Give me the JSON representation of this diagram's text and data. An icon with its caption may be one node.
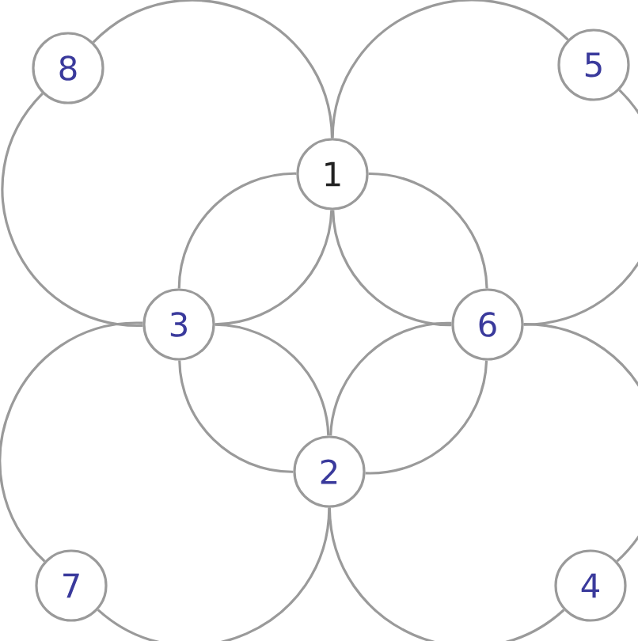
{
  "diagram": {
    "nodes": [
      {
        "text": [
          "8"
        ]
      },
      {
        "text": [
          "5"
        ]
      },
      {
        "text": [
          "1"
        ]
      },
      {
        "text": [
          "3"
        ]
      },
      {
        "text": [
          "6"
        ]
      },
      {
        "text": [
          "2"
        ]
      },
      {
        "text": [
          "7"
        ]
      },
      {
        "text": [
          "4"
        ]
      }
    ],
    "edges": [
      {
        "from": 0,
        "to": 2,
        "arrow": "none"
      },
      {
        "from": 0,
        "to": 3,
        "arrow": "none"
      },
      {
        "from": 2,
        "to": 3,
        "arrow": "none"
      },
      {
        "from": 1,
        "to": 2,
        "arrow": "none"
      },
      {
        "from": 1,
        "to": 4,
        "arrow": "none"
      },
      {
        "from": 2,
        "to": 4,
        "arrow": "none"
      },
      {
        "from": 2,
        "to": 3,
        "arrow": "none"
      },
      {
        "from": 2,
        "to": 4,
        "arrow": "none"
      },
      {
        "from": 3,
        "to": 5,
        "arrow": "none"
      },
      {
        "from": 4,
        "to": 5,
        "arrow": "none"
      },
      {
        "from": 3,
        "to": 6,
        "arrow": "none"
      },
      {
        "from": 6,
        "to": 5,
        "arrow": "none"
      },
      {
        "from": 3,
        "to": 5,
        "arrow": "none"
      },
      {
        "from": 4,
        "to": 7,
        "arrow": "none"
      },
      {
        "from": 7,
        "to": 5,
        "arrow": "none"
      },
      {
        "from": 4,
        "to": 5,
        "arrow": "none"
      }
    ]
  }
}
